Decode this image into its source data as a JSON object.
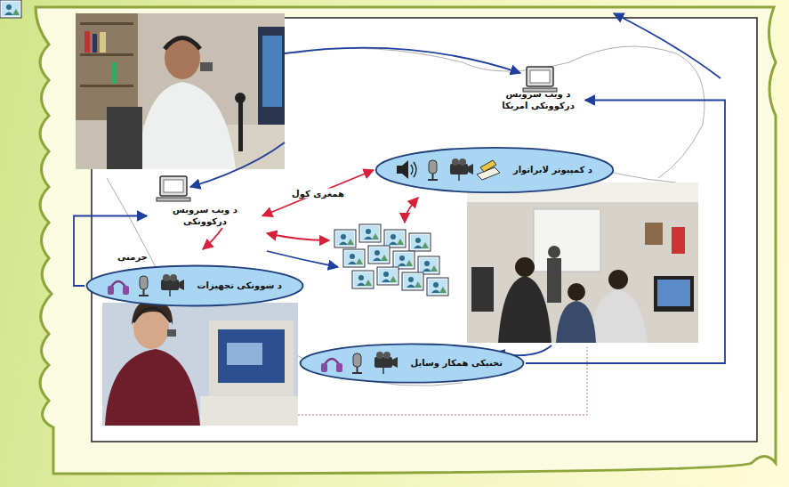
{
  "diagram": {
    "nodes": [
      {
        "text": [
          "د ویب سرویس درکوونکی امریکا"
        ]
      },
      {
        "text": [
          "د کمپیوتر لابراتوار"
        ]
      },
      {
        "text": [
          "د ویب سرویس درکوونکی"
        ]
      },
      {
        "text": [
          "د ښوونکی تجهیزات"
        ]
      },
      {
        "text": [
          "تخنیکی همکار وسایل"
        ]
      }
    ],
    "edges": [
      {
        "from": 2,
        "to": 1,
        "arrow": "both",
        "label": "همغږی کول"
      },
      {
        "from": 3,
        "to": 2,
        "arrow": "to"
      },
      {
        "from": 4,
        "to": 0,
        "arrow": "to"
      }
    ],
    "labels": [
      "جرمنی"
    ]
  }
}
